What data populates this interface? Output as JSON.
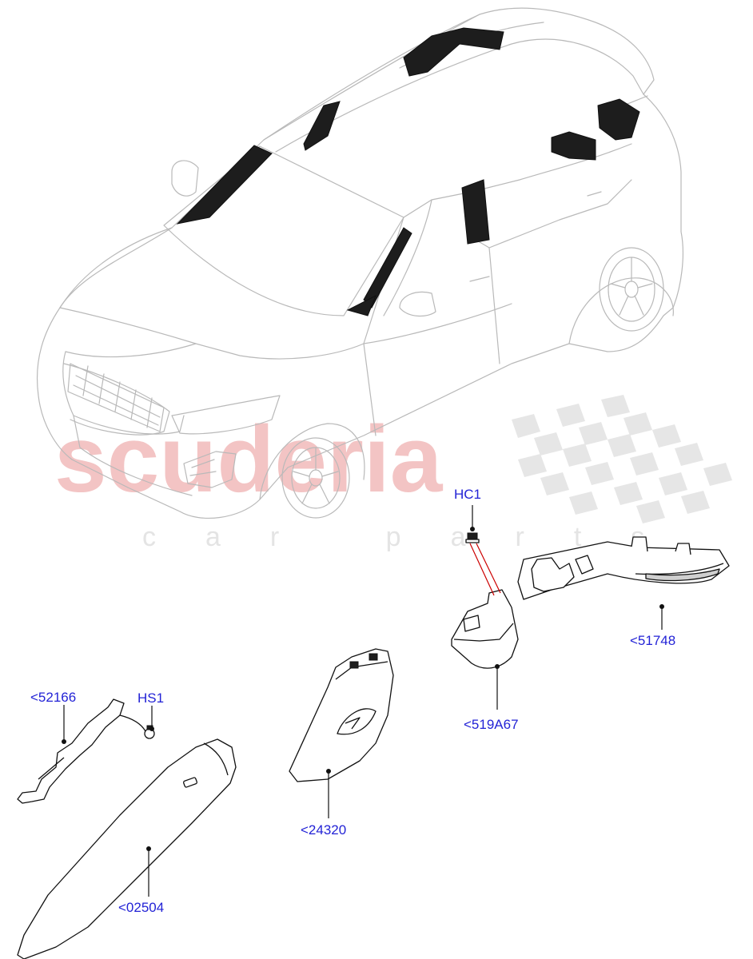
{
  "watermark": {
    "brand": "scuderia",
    "tagline": "car parts"
  },
  "callouts": [
    {
      "id": "c-hc1",
      "label": "HC1"
    },
    {
      "id": "c-51748",
      "label": "<51748"
    },
    {
      "id": "c-519a67",
      "label": "<519A67"
    },
    {
      "id": "c-52166",
      "label": "<52166"
    },
    {
      "id": "c-hs1",
      "label": "HS1"
    },
    {
      "id": "c-24320",
      "label": "<24320"
    },
    {
      "id": "c-02504",
      "label": "<02504"
    }
  ],
  "colors": {
    "callout_text": "#2323d6",
    "watermark_red": "#f3c4c4",
    "watermark_grey": "#e4e4e4",
    "car_outline": "#b9b9b9",
    "part_outline": "#111111",
    "guide_line": "#cc0000"
  }
}
